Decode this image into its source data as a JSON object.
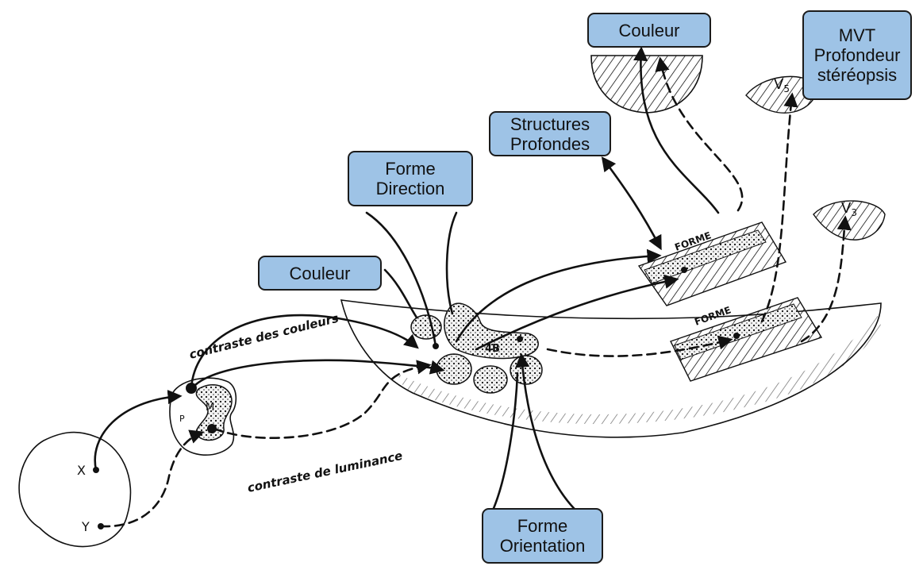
{
  "labels": {
    "couleur_top": "Couleur",
    "mvt": [
      "MVT",
      "Profondeur",
      "stéréopsis"
    ],
    "structures": [
      "Structures",
      "Profondes"
    ],
    "forme_direction": [
      "Forme",
      "Direction"
    ],
    "couleur_left": "Couleur",
    "forme_orientation": [
      "Forme",
      "Orientation"
    ]
  },
  "drawing": {
    "contraste_couleurs": "contraste des couleurs",
    "contraste_luminance": "contraste de luminance",
    "forme_upper": "FORME",
    "forme_lower": "FORME",
    "layer_4b": "4B",
    "v5": "V5",
    "v3": "V3",
    "x": "X",
    "y": "Y",
    "m": "M",
    "p": "P"
  },
  "colors": {
    "box_fill": "#9ec3e6",
    "box_border": "#1b1b1b",
    "ink": "#111111"
  }
}
